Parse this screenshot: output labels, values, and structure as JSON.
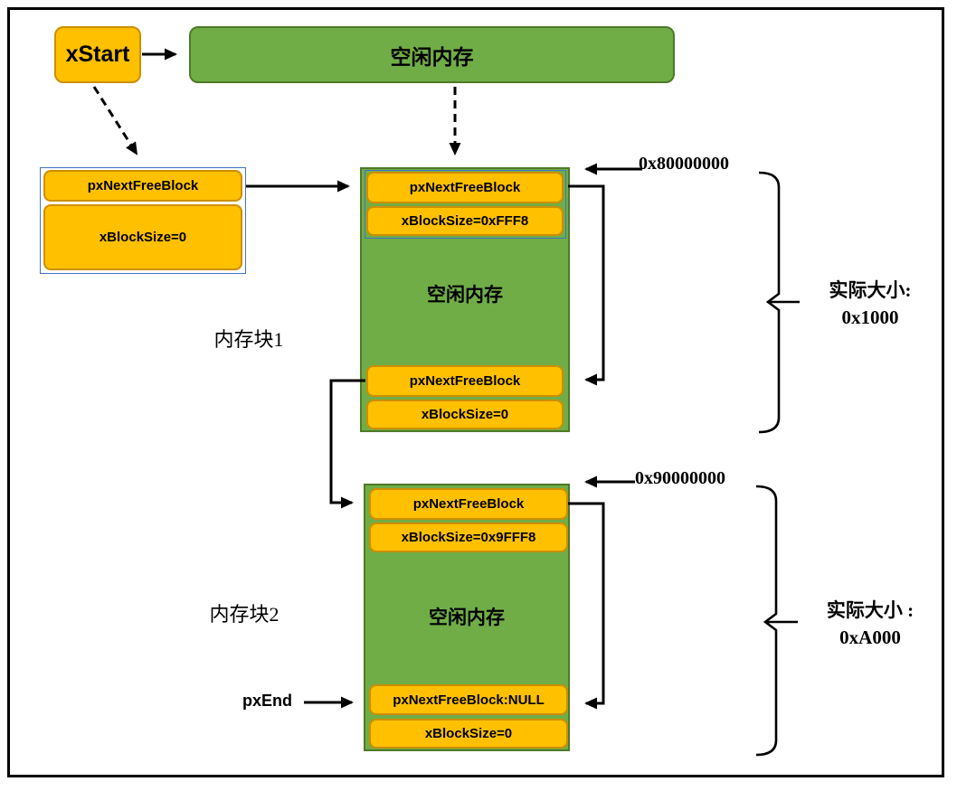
{
  "top": {
    "xstart_label": "xStart",
    "free_memory_label": "空闲内存"
  },
  "left_block": {
    "next_label": "pxNextFreeBlock",
    "size_label": "xBlockSize=0"
  },
  "labels": {
    "block1": "内存块1",
    "block2": "内存块2",
    "px_end": "pxEnd"
  },
  "region1": {
    "address": "0x80000000",
    "next_top": "pxNextFreeBlock",
    "size_top": "xBlockSize=0xFFF8",
    "free_memory": "空闲内存",
    "next_bottom": "pxNextFreeBlock",
    "size_bottom": "xBlockSize=0",
    "actual_size_line1": "实际大小:",
    "actual_size_line2": "0x1000"
  },
  "region2": {
    "address": "0x90000000",
    "next_top": "pxNextFreeBlock",
    "size_top": "xBlockSize=0x9FFF8",
    "free_memory": "空闲内存",
    "next_bottom": "pxNextFreeBlock:NULL",
    "size_bottom": "xBlockSize=0",
    "actual_size_line1": "实际大小 :",
    "actual_size_line2": "0xA000"
  },
  "colors": {
    "orange": "#FFC000",
    "orange_border": "#CE8F00",
    "green": "#70AD47",
    "green_border": "#4F7A28",
    "blue_outline": "#4472C4",
    "line": "#000000",
    "bg": "#FFFFFF"
  }
}
